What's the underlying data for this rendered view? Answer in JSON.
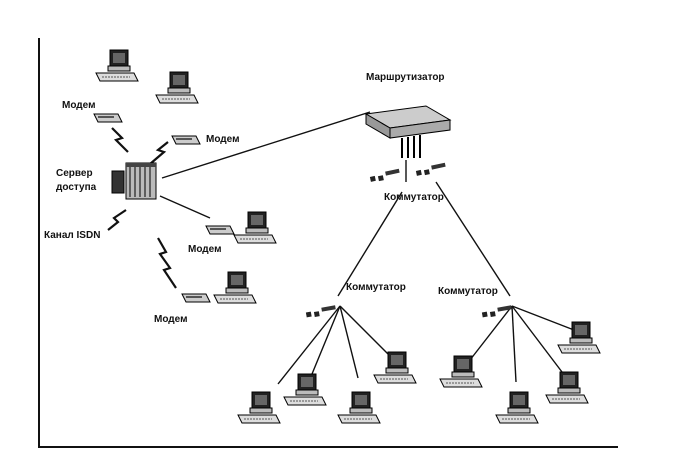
{
  "diagram": {
    "labels": {
      "router": "Маршрутизатор",
      "modem_top": "Модем",
      "modem_right": "Модем",
      "server_line1": "Сервер",
      "server_line2": "доступа",
      "channel": "Канал ISDN",
      "switch_main": "Коммутатор",
      "modem_mid": "Модем",
      "modem_bottom": "Модем",
      "switch_left": "Коммутатор",
      "switch_right": "Коммутатор"
    },
    "icons": {
      "workstation": "desktop-computer-icon",
      "modem": "modem-icon",
      "server": "access-server-icon",
      "router": "router-icon",
      "switch": "switch-icon",
      "link": "wireless-zigzag-icon"
    },
    "colors": {
      "ink": "#111111",
      "paper": "#ffffff",
      "shade": "#9a9a9a"
    }
  }
}
